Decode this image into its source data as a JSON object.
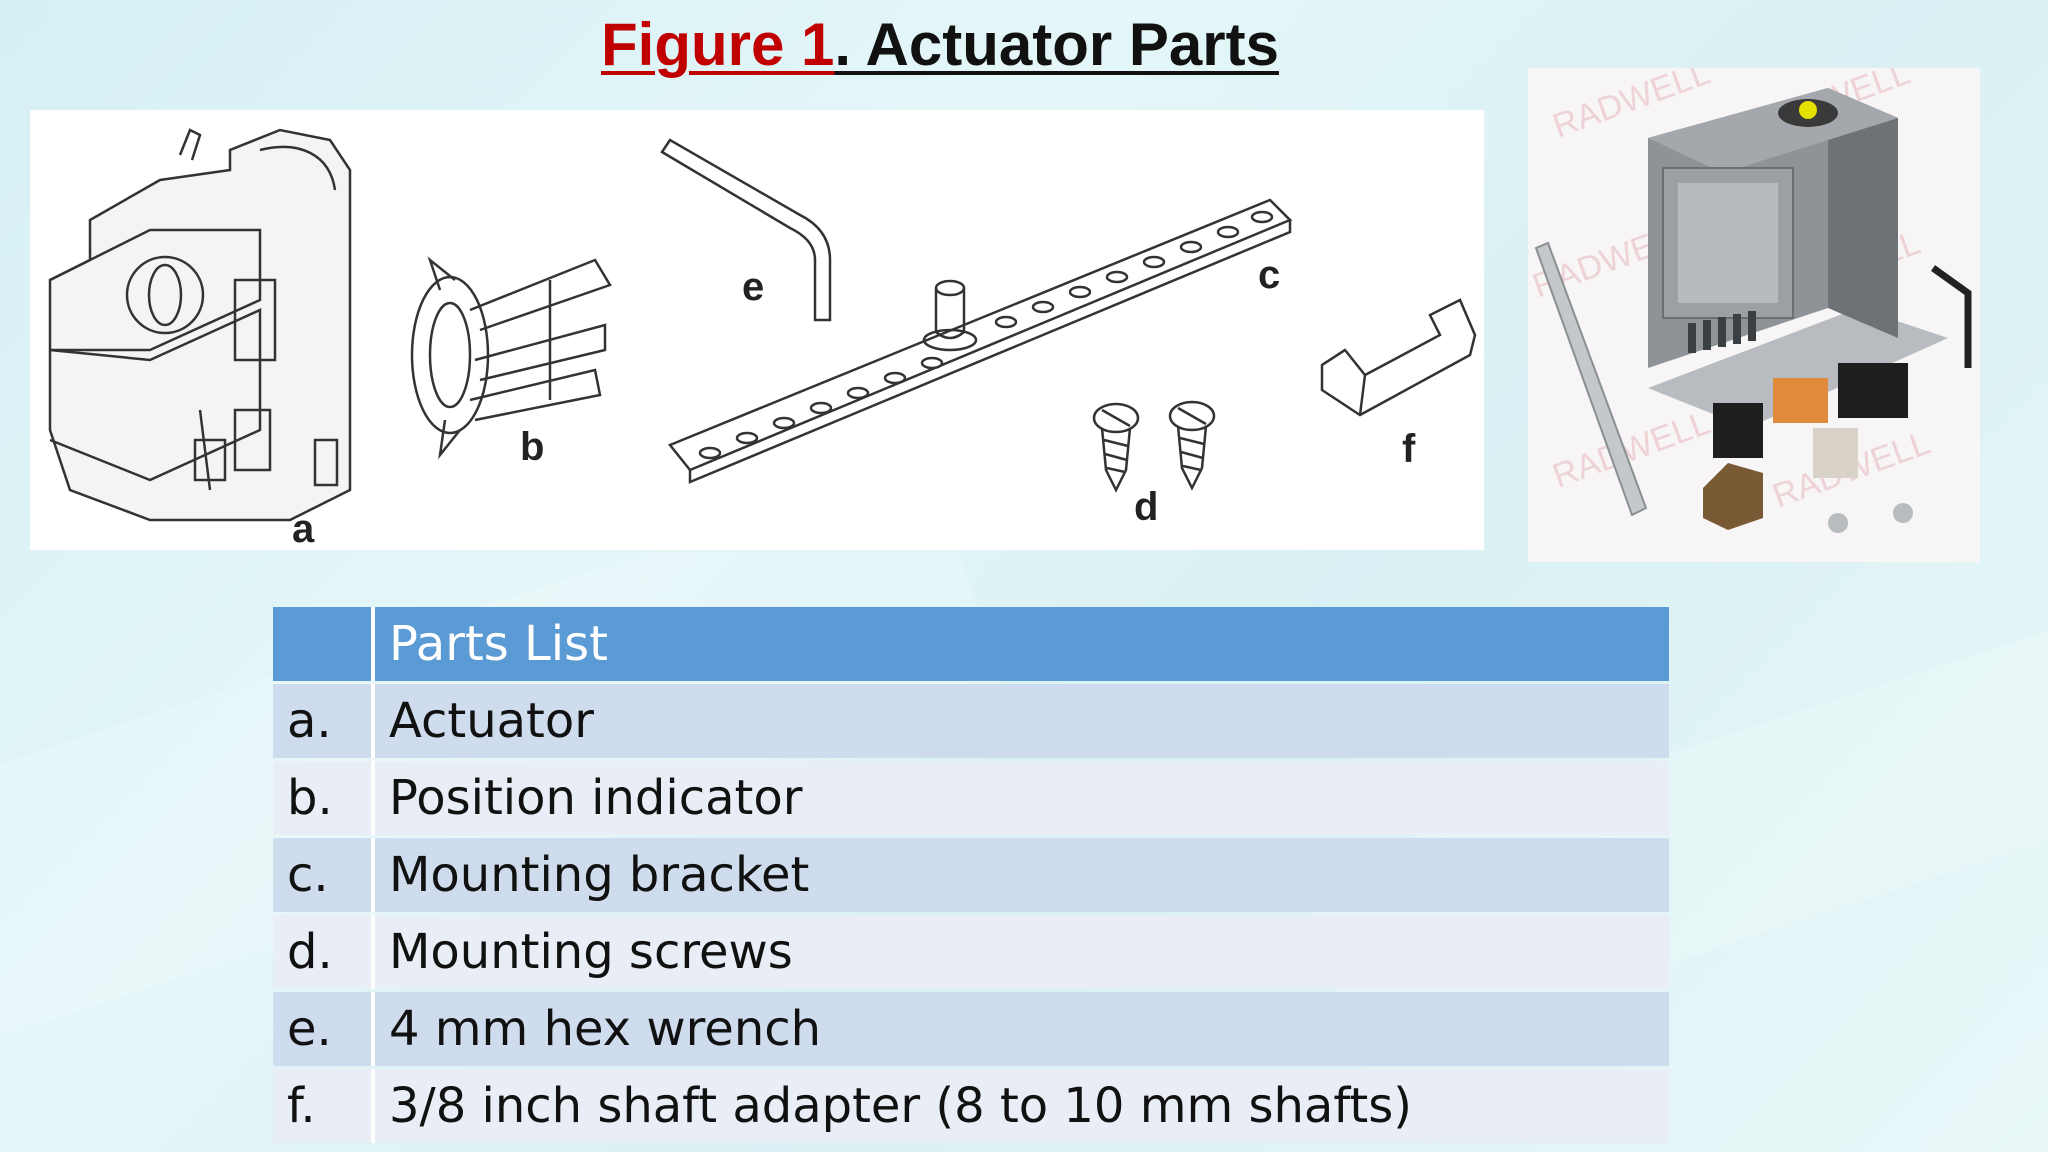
{
  "title": {
    "figure_label": "Figure 1",
    "rest": ". Actuator Parts"
  },
  "colors": {
    "accent_red": "#c00000",
    "table_header": "#5b9bd5",
    "row_dark": "#cfdcee",
    "row_light": "#e8edf6"
  },
  "drawing": {
    "labels": {
      "a": "a",
      "b": "b",
      "c": "c",
      "d": "d",
      "e": "e",
      "f": "f"
    }
  },
  "photo": {
    "watermark": "RADWELL"
  },
  "parts_list": {
    "header": "Parts List",
    "rows": [
      {
        "letter": "a.",
        "name": "Actuator"
      },
      {
        "letter": "b.",
        "name": "Position indicator"
      },
      {
        "letter": "c.",
        "name": "Mounting bracket"
      },
      {
        "letter": "d.",
        "name": "Mounting screws"
      },
      {
        "letter": "e.",
        "name": "4 mm hex wrench"
      },
      {
        "letter": "f.",
        "name": "3/8 inch shaft adapter (8 to 10 mm shafts)"
      }
    ]
  }
}
